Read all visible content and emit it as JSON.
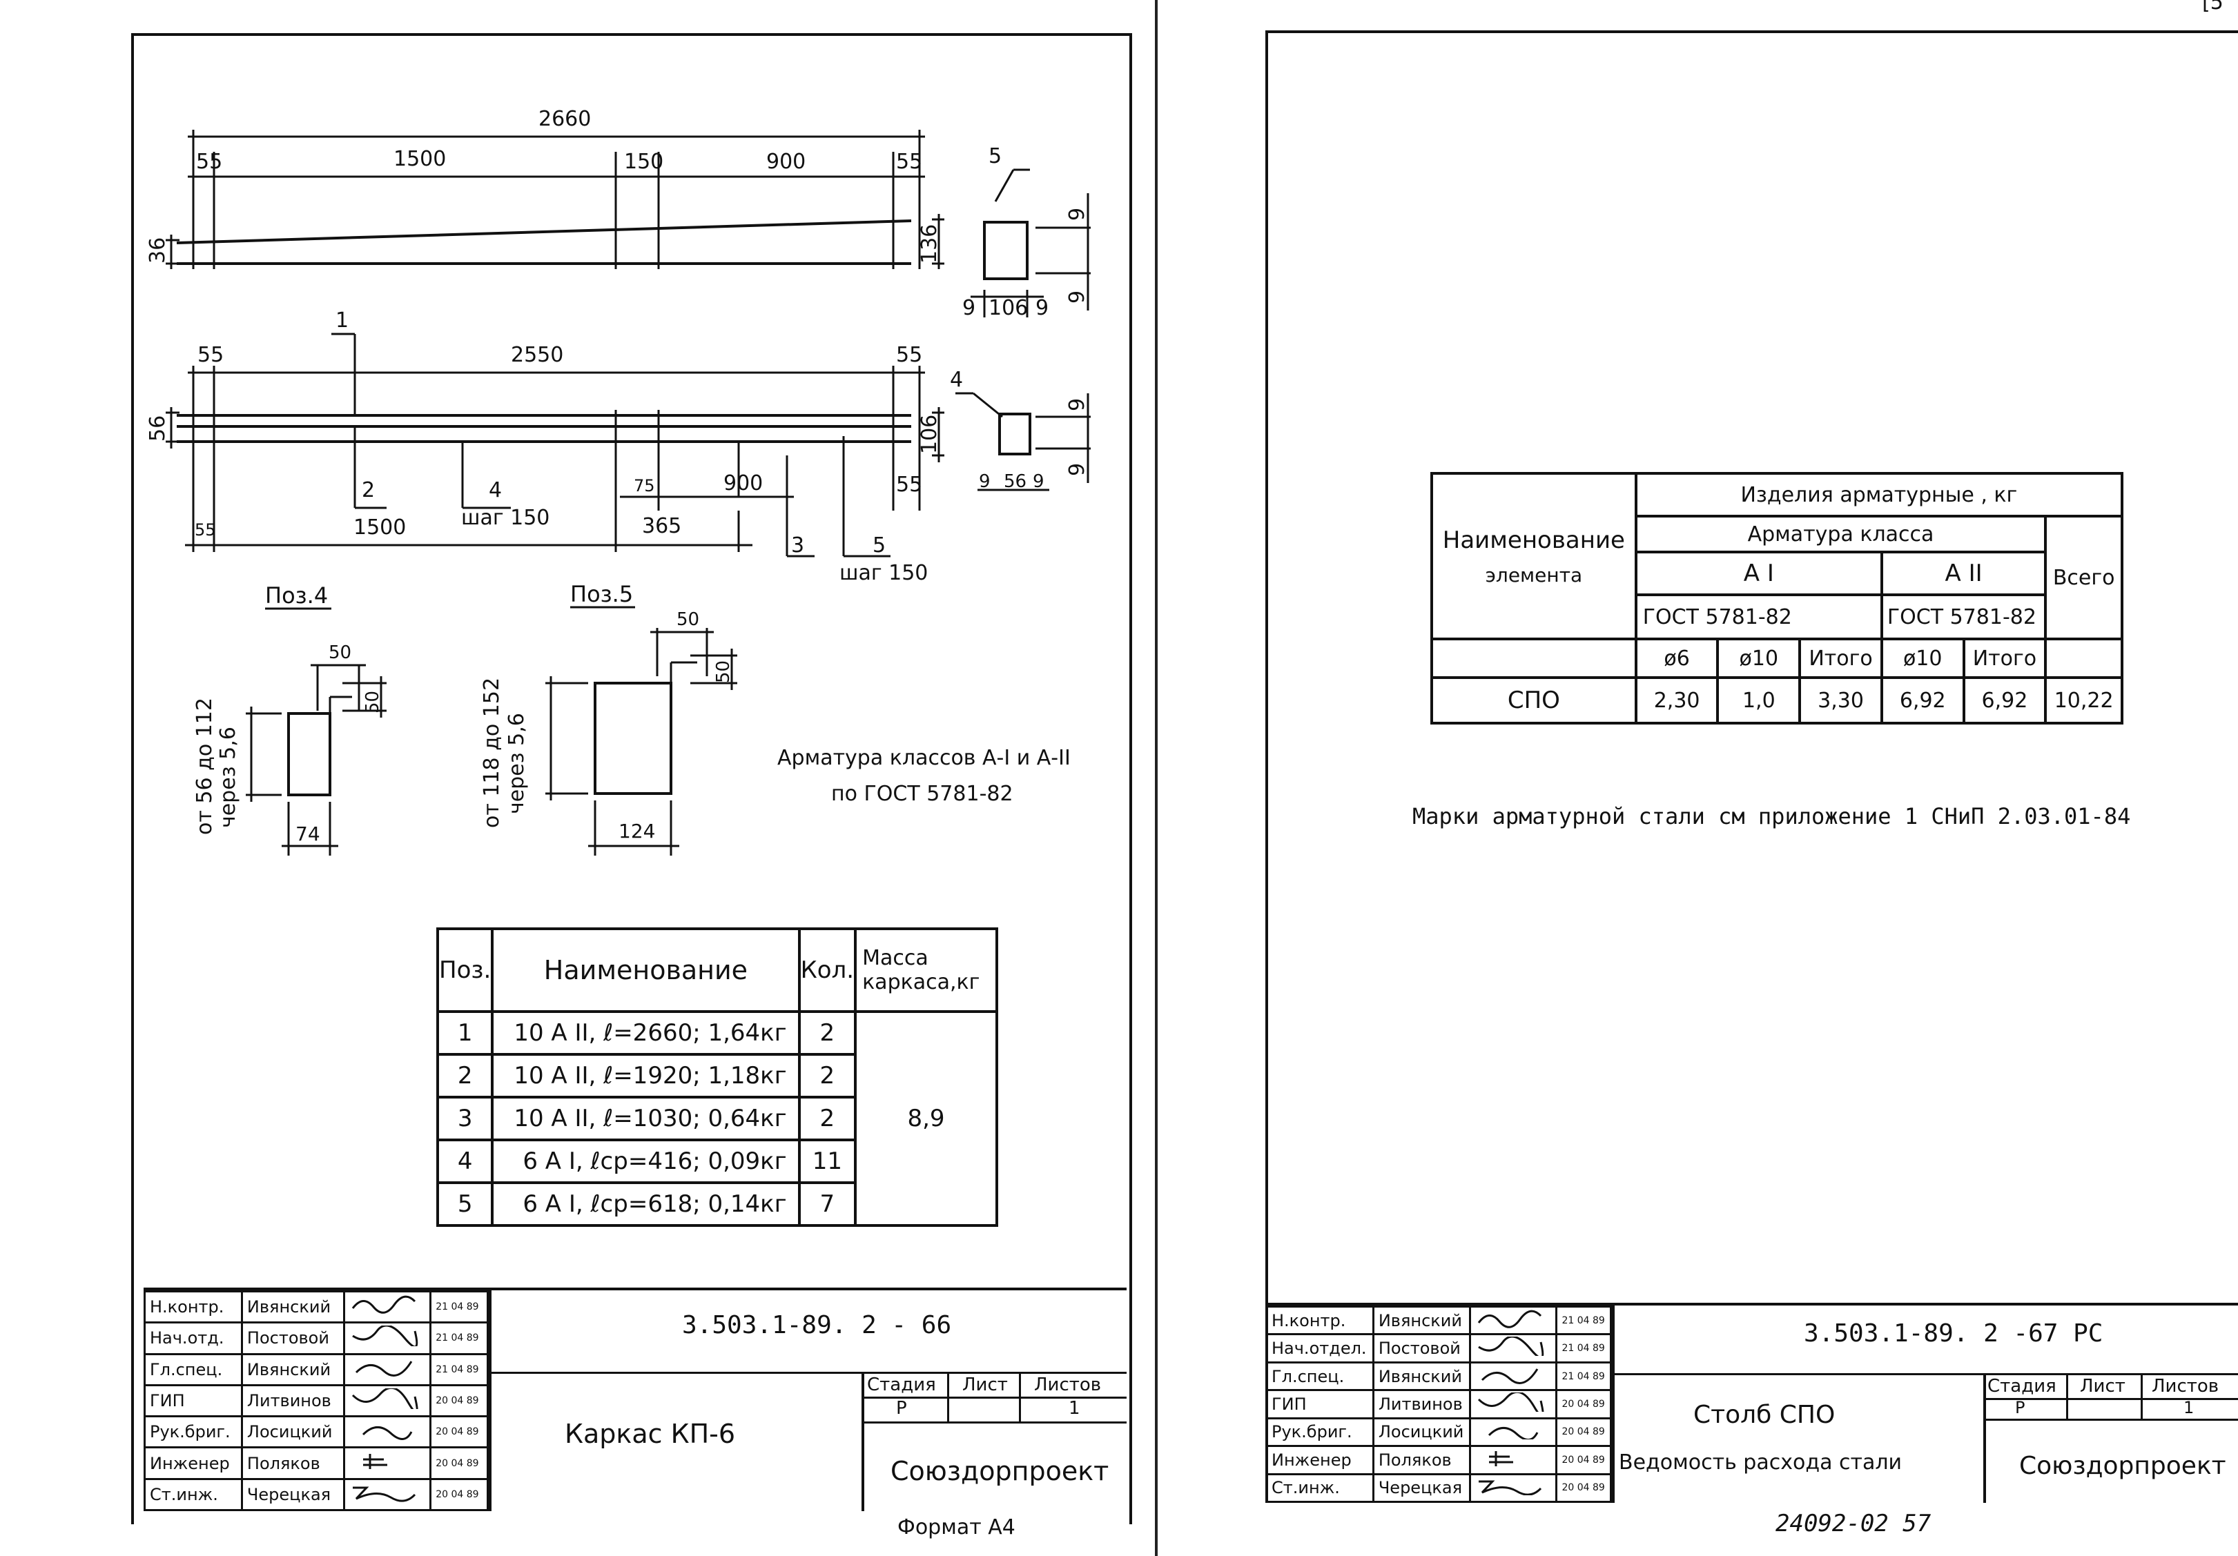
{
  "corner_mark": "[5",
  "left_sheet": {
    "drawing": {
      "frame_dims": {
        "total": "2660",
        "end_left": "55",
        "seg1": "1500",
        "seg2": "150",
        "seg3": "900",
        "end_right": "55",
        "h_left": "36",
        "h_right": "136"
      },
      "section5": {
        "label": "5",
        "h_top": "9",
        "h_bottom": "9",
        "w_left": "9",
        "w_mid": "106",
        "w_right": "9"
      },
      "frame_dims2": {
        "end_left": "55",
        "total": "2550",
        "end_right": "55",
        "h_left": "56",
        "h_right": "106",
        "mark1": "1",
        "mark2": "2",
        "mark4": "4",
        "step4": "шаг 150",
        "dim1500": "1500",
        "dim55b": "55",
        "dim75": "75",
        "dim900": "900",
        "dim55r": "55",
        "dim365": "365",
        "mark3": "3",
        "mark5": "5",
        "step5": "шаг 150"
      },
      "section4": {
        "label": "4",
        "h_top": "9",
        "h_bottom": "9",
        "w_left": "9",
        "w_mid": "56",
        "w_right": "9"
      },
      "pos4": {
        "title": "Поз.4",
        "range": "от 56 до 112",
        "step": "через 5,6",
        "top": "50",
        "side": "50",
        "bottom": "74"
      },
      "pos5": {
        "title": "Поз.5",
        "range": "от 118 до 152",
        "step": "через 5,6",
        "top": "50",
        "side": "50",
        "bottom": "124"
      },
      "note_line1": "Арматура классов А-I и А-II",
      "note_line2": "по ГОСТ 5781-82"
    },
    "spec_table": {
      "headers": {
        "pos": "Поз.",
        "name": "Наименование",
        "qty": "Кол.",
        "mass": "Масса каркаса,кг"
      },
      "rows": [
        {
          "pos": "1",
          "name": "10 А II, ℓ=2660; 1,64кг",
          "qty": "2"
        },
        {
          "pos": "2",
          "name": "10 А II, ℓ=1920; 1,18кг",
          "qty": "2"
        },
        {
          "pos": "3",
          "name": "10 А II, ℓ=1030; 0,64кг",
          "qty": "2"
        },
        {
          "pos": "4",
          "name": "6 А I, ℓср=416; 0,09кг",
          "qty": "11"
        },
        {
          "pos": "5",
          "name": "6 А I, ℓср=618; 0,14кг",
          "qty": "7"
        }
      ],
      "mass_value": "8,9"
    },
    "stamp": {
      "roles": [
        "Н.контр.",
        "Нач.отд.",
        "Гл.спец.",
        "ГИП",
        "Рук.бриг.",
        "Инженер",
        "Ст.инж."
      ],
      "names": [
        "Ивянский",
        "Постовой",
        "Ивянский",
        "Литвинов",
        "Лосицкий",
        "Поляков",
        "Черецкая"
      ],
      "dates": [
        "21 04 89",
        "21 04 89",
        "21 04 89",
        "20 04 89",
        "20 04 89",
        "20 04 89",
        "20 04 89"
      ],
      "code": "3.503.1-89. 2 - 66",
      "title": "Каркас КП-6",
      "stage_label": "Стадия",
      "sheet_label": "Лист",
      "sheets_label": "Листов",
      "stage_value": "Р",
      "sheet_value": "",
      "sheets_value": "1",
      "org": "Союздорпроект",
      "format": "Формат А4"
    }
  },
  "right_sheet": {
    "vedomost": {
      "h_name_line1": "Наименование",
      "h_name_line2": "элемента",
      "h_products": "Изделия арматурные , кг",
      "h_class": "Арматура класса",
      "h_a1": "А I",
      "h_a2": "А II",
      "h_gost1": "ГОСТ 5781-82",
      "h_gost2": "ГОСТ 5781-82",
      "h_total": "Всего",
      "h_d6": "ø6",
      "h_d10a": "ø10",
      "h_sum1": "Итого",
      "h_d10b": "ø10",
      "h_sum2": "Итого",
      "row": {
        "name": "СПО",
        "d6": "2,30",
        "d10a": "1,0",
        "sum1": "3,30",
        "d10b": "6,92",
        "sum2": "6,92",
        "total": "10,22"
      }
    },
    "note": "Марки арматурной стали см приложение 1 СНиП 2.03.01-84",
    "stamp": {
      "roles": [
        "Н.контр.",
        "Нач.отдел.",
        "Гл.спец.",
        "ГИП",
        "Рук.бриг.",
        "Инженер",
        "Ст.инж."
      ],
      "names": [
        "Ивянский",
        "Постовой",
        "Ивянский",
        "Литвинов",
        "Лосицкий",
        "Поляков",
        "Черецкая"
      ],
      "dates": [
        "21 04 89",
        "21 04 89",
        "21 04 89",
        "20 04 89",
        "20 04 89",
        "20 04 89",
        "20 04 89"
      ],
      "code": "3.503.1-89. 2 -67 РС",
      "title1": "Столб СПО",
      "title2": "Ведомость расхода стали",
      "stage_label": "Стадия",
      "sheet_label": "Лист",
      "sheets_label": "Листов",
      "stage_value": "Р",
      "sheet_value": "",
      "sheets_value": "1",
      "org": "Союздорпроект"
    },
    "footer": "24092-02 57"
  }
}
